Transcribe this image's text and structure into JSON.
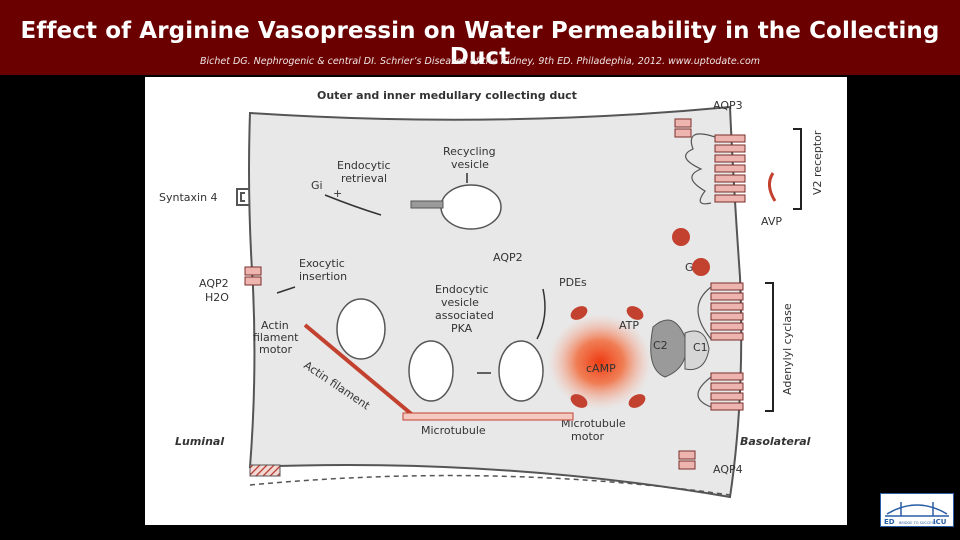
{
  "slide": {
    "title": "Effect of Arginine Vasopressin on Water Permeability in the Collecting Duct",
    "citation": "Bichet DG. Nephrogenic & central DI. Schrier’s Diseases of the Kidney, 9th ED. Philadephia, 2012. www.uptodate.com"
  },
  "diagram": {
    "heading": "Outer and inner medullary collecting duct",
    "labels": {
      "aqp3": "AQP3",
      "v2_receptor": "V2 receptor",
      "avp": "AVP",
      "gas": "Gαs",
      "adenylyl_cyclase": "Adenylyl cyclase",
      "atp": "ATP",
      "camp": "cAMP",
      "c2": "C2",
      "c1": "C1",
      "pdes": "PDEs",
      "aqp4": "AQP4",
      "basolateral": "Basolateral",
      "luminal": "Luminal",
      "syntaxin4": "Syntaxin 4",
      "gi": "Gi",
      "plus": "+",
      "endocytic_retrieval_1": "Endocytic",
      "endocytic_retrieval_2": "retrieval",
      "recycling_vesicle_1": "Recycling",
      "recycling_vesicle_2": "vesicle",
      "aqp2_inner": "AQP2",
      "exocytic_1": "Exocytic",
      "exocytic_2": "insertion",
      "endocytic_vesicle_1": "Endocytic",
      "endocytic_vesicle_2": "vesicle",
      "endocytic_vesicle_3": "associated",
      "endocytic_vesicle_4": "PKA",
      "aqp2_apical": "AQP2",
      "h2o": "H2O",
      "actin_motor_1": "Actin",
      "actin_motor_2": "filament",
      "actin_motor_3": "motor",
      "actin_filament": "Actin filament",
      "microtubule": "Microtubule",
      "mt_motor_1": "Microtubule",
      "mt_motor_2": "motor"
    }
  },
  "logo": {
    "text_left": "ED",
    "text_right": "ICU",
    "tagline": "BRIDGE TO SUCCESS"
  }
}
